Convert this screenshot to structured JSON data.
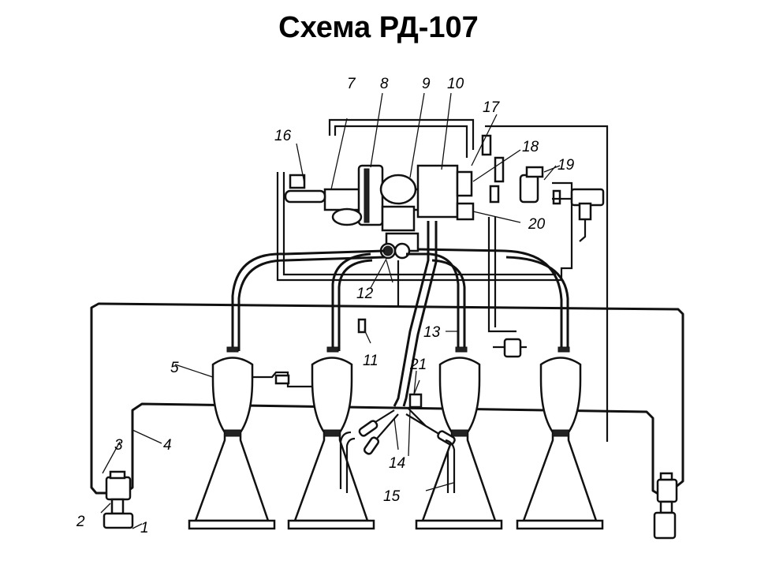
{
  "title": "Схема РД-107",
  "labels": [
    {
      "id": "1",
      "text": "1"
    },
    {
      "id": "2",
      "text": "2"
    },
    {
      "id": "3",
      "text": "3"
    },
    {
      "id": "4",
      "text": "4"
    },
    {
      "id": "5",
      "text": "5"
    },
    {
      "id": "7",
      "text": "7"
    },
    {
      "id": "8",
      "text": "8"
    },
    {
      "id": "9",
      "text": "9"
    },
    {
      "id": "10",
      "text": "10"
    },
    {
      "id": "11",
      "text": "11"
    },
    {
      "id": "12",
      "text": "12"
    },
    {
      "id": "13",
      "text": "13"
    },
    {
      "id": "14",
      "text": "14"
    },
    {
      "id": "15",
      "text": "15"
    },
    {
      "id": "16",
      "text": "16"
    },
    {
      "id": "17",
      "text": "17"
    },
    {
      "id": "18",
      "text": "18"
    },
    {
      "id": "19",
      "text": "19"
    },
    {
      "id": "20",
      "text": "20"
    },
    {
      "id": "21",
      "text": "21"
    }
  ]
}
